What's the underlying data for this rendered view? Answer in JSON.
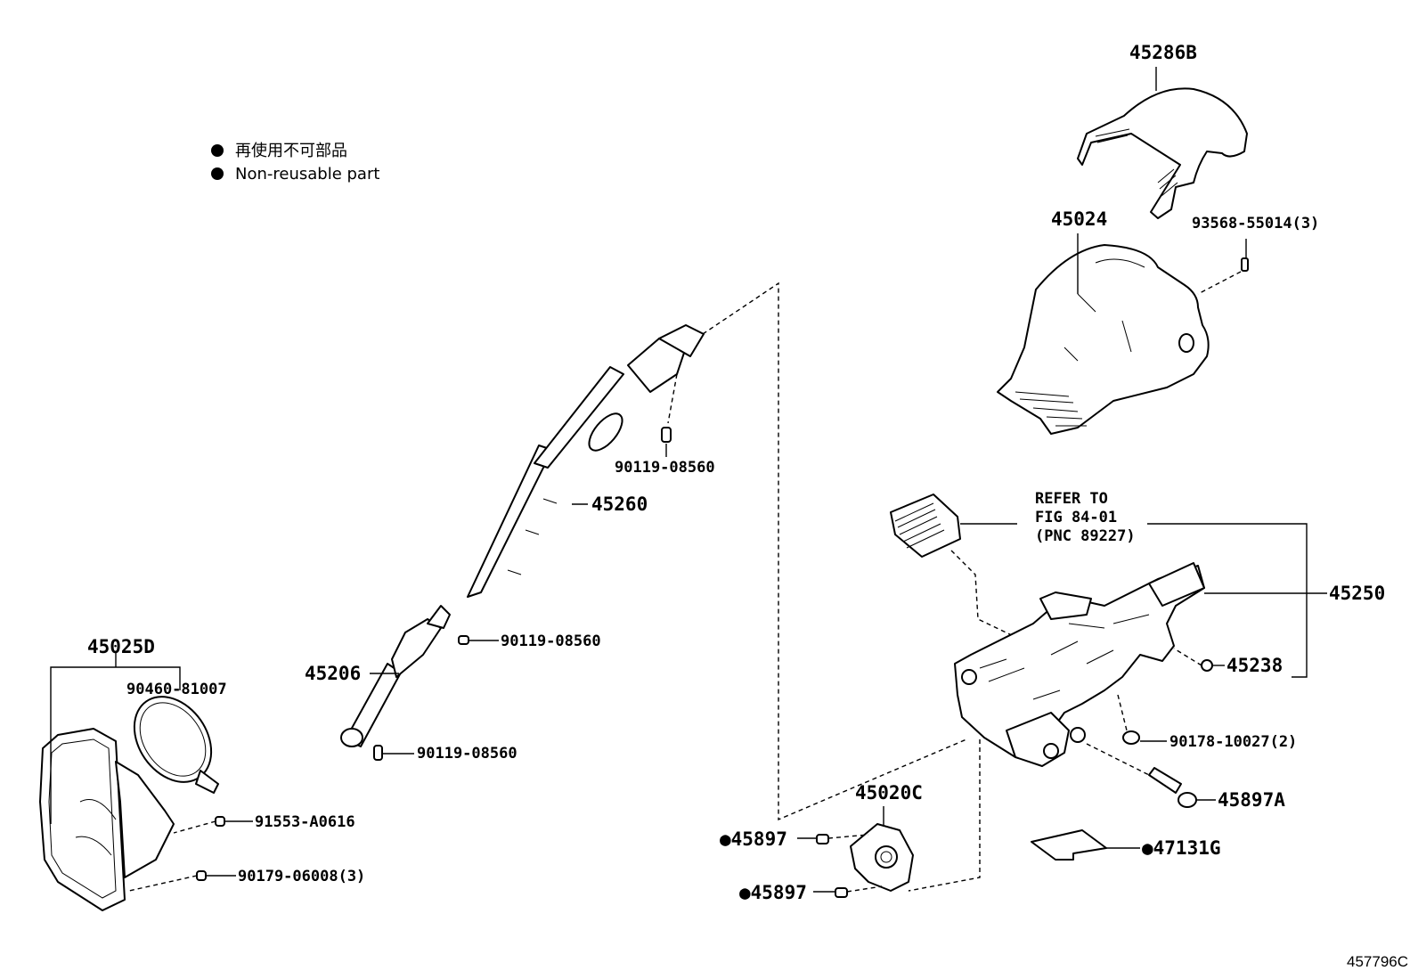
{
  "legend": {
    "japanese": "再使用不可部品",
    "english": "Non-reusable part"
  },
  "figure_id": "457796C",
  "reference_note": {
    "line1": "REFER TO",
    "line2": "FIG 84-01",
    "line3": "(PNC 89227)"
  },
  "parts": {
    "p45286B": "45286B",
    "p45024": "45024",
    "p93568": "93568-55014(3)",
    "p90119_a": "90119-08560",
    "p45260": "45260",
    "p90119_b": "90119-08560",
    "p45206": "45206",
    "p90119_c": "90119-08560",
    "p45025D": "45025D",
    "p90460": "90460-81007",
    "p91553": "91553-A0616",
    "p90179": "90179-06008(3)",
    "p45250": "45250",
    "p45238": "45238",
    "p90178": "90178-10027(2)",
    "p45897A": "45897A",
    "p45020C": "45020C",
    "p45897_a": "●45897",
    "p45897_b": "●45897",
    "p47131G": "●47131G"
  }
}
